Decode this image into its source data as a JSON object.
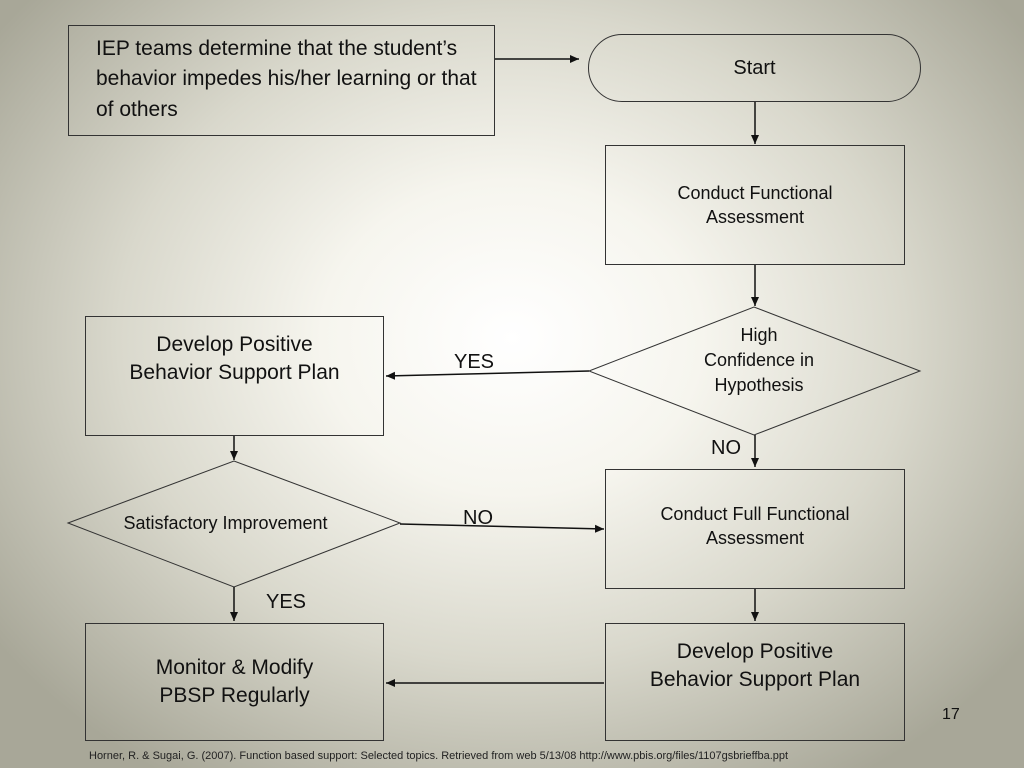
{
  "nodes": {
    "iep_note": "IEP teams determine that the student’s behavior impedes his/her learning or that of others",
    "start": "Start",
    "conduct_fa": "Conduct Functional Assessment",
    "high_confidence": [
      "High",
      "Confidence in",
      "Hypothesis"
    ],
    "develop_pbsp_left": "Develop Positive Behavior Support Plan",
    "satisfactory": "Satisfactory Improvement",
    "conduct_full_fa": "Conduct Full Functional Assessment",
    "develop_pbsp_right": "Develop Positive Behavior Support Plan",
    "monitor": "Monitor & Modify PBSP Regularly"
  },
  "edge_labels": {
    "confidence_yes": "YES",
    "confidence_no": "NO",
    "satisfactory_no": "NO",
    "satisfactory_yes": "YES"
  },
  "slide_number": "17",
  "citation": "Horner, R. & Sugai, G. (2007). Function based support: Selected topics. Retrieved from web 5/13/08 http://www.pbis.org/files/1107gsbrieffba.ppt"
}
